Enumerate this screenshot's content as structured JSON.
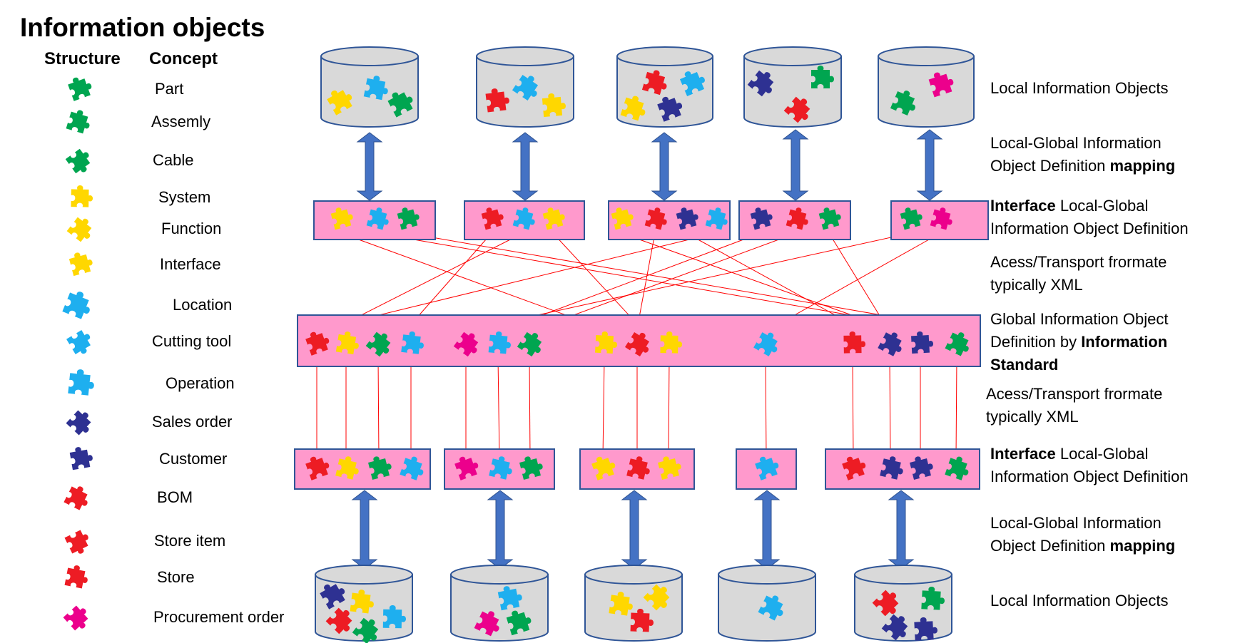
{
  "title": "Information objects",
  "legend": {
    "structure_header": "Structure",
    "concept_header": "Concept",
    "items": [
      {
        "label": "Part",
        "color": "green",
        "icon": "green-puzzle-piece-icon"
      },
      {
        "label": "Assemly",
        "color": "green",
        "icon": "green-puzzle-piece-icon"
      },
      {
        "label": "Cable",
        "color": "green",
        "icon": "green-puzzle-piece-icon"
      },
      {
        "label": "System",
        "color": "yellow",
        "icon": "yellow-puzzle-piece-icon"
      },
      {
        "label": "Function",
        "color": "yellow",
        "icon": "yellow-puzzle-piece-icon"
      },
      {
        "label": "Interface",
        "color": "yellow",
        "icon": "yellow-puzzle-piece-icon"
      },
      {
        "label": "Location",
        "color": "cyan",
        "icon": "cyan-puzzle-piece-icon"
      },
      {
        "label": "Cutting tool",
        "color": "cyan",
        "icon": "cyan-puzzle-piece-icon"
      },
      {
        "label": "Operation",
        "color": "cyan",
        "icon": "cyan-puzzle-piece-icon"
      },
      {
        "label": "Sales order",
        "color": "navy",
        "icon": "navy-puzzle-piece-icon"
      },
      {
        "label": "Customer",
        "color": "navy",
        "icon": "navy-puzzle-piece-icon"
      },
      {
        "label": "BOM",
        "color": "red",
        "icon": "red-puzzle-piece-icon"
      },
      {
        "label": "Store item",
        "color": "red",
        "icon": "red-puzzle-piece-icon"
      },
      {
        "label": "Store",
        "color": "red",
        "icon": "red-puzzle-piece-icon"
      },
      {
        "label": "Procurement order",
        "color": "magenta",
        "icon": "magenta-puzzle-piece-icon"
      }
    ]
  },
  "colors": {
    "green": "#00A550",
    "yellow": "#FFD700",
    "cyan": "#1EAFEF",
    "navy": "#2E3192",
    "red": "#ED1C24",
    "magenta": "#EC008C",
    "box_fill": "#FF99CC",
    "box_stroke": "#2F5597",
    "cylinder_fill": "#D9D9D9",
    "arrow": "#4472C4",
    "link_line": "#FF0000"
  },
  "right_labels": {
    "local_top": "Local Information Objects",
    "mapping_top_1": "Local-Global Information",
    "mapping_top_2_prefix": "Object Definition ",
    "mapping_top_2_bold": "mapping",
    "interface_top_1_bold": "Interface",
    "interface_top_1_rest": " Local-Global",
    "interface_top_2": "Information Object Definition",
    "access_top_1": "Acess/Transport frormate",
    "access_top_2": "typically XML",
    "global_1": "Global Information Object",
    "global_2_prefix": "Definition by ",
    "global_2_bold": "Information",
    "global_3_bold": "Standard",
    "access_bottom_1": "Acess/Transport frormate",
    "access_bottom_2": "typically XML",
    "interface_bottom_1_bold": "Interface",
    "interface_bottom_1_rest": " Local-Global",
    "interface_bottom_2": "Information Object Definition",
    "mapping_bottom_1": "Local-Global Information",
    "mapping_bottom_2_prefix": "Object Definition ",
    "mapping_bottom_2_bold": "mapping",
    "local_bottom": "Local Information Objects"
  },
  "top_databases": [
    [
      "yellow",
      "cyan",
      "green"
    ],
    [
      "red",
      "cyan",
      "yellow"
    ],
    [
      "red",
      "cyan",
      "yellow",
      "navy"
    ],
    [
      "navy",
      "green",
      "red"
    ],
    [
      "magenta",
      "green"
    ]
  ],
  "top_interfaces": [
    [
      "yellow",
      "cyan",
      "green"
    ],
    [
      "red",
      "cyan",
      "yellow"
    ],
    [
      "yellow",
      "red",
      "navy",
      "cyan"
    ],
    [
      "navy",
      "red",
      "green"
    ],
    [
      "green",
      "magenta"
    ]
  ],
  "global_standard": [
    "red",
    "yellow",
    "green",
    "cyan",
    "magenta",
    "cyan",
    "green",
    "yellow",
    "red",
    "yellow",
    "cyan",
    "red",
    "navy",
    "navy",
    "green"
  ],
  "bottom_interfaces": [
    [
      "red",
      "yellow",
      "green",
      "cyan"
    ],
    [
      "magenta",
      "cyan",
      "green"
    ],
    [
      "yellow",
      "red",
      "yellow"
    ],
    [
      "cyan"
    ],
    [
      "red",
      "navy",
      "navy",
      "green"
    ]
  ],
  "bottom_databases": [
    [
      "navy",
      "yellow",
      "red",
      "cyan",
      "green"
    ],
    [
      "cyan",
      "magenta",
      "green"
    ],
    [
      "yellow",
      "yellow",
      "red"
    ],
    [
      "cyan"
    ],
    [
      "red",
      "green",
      "navy",
      "navy"
    ]
  ]
}
